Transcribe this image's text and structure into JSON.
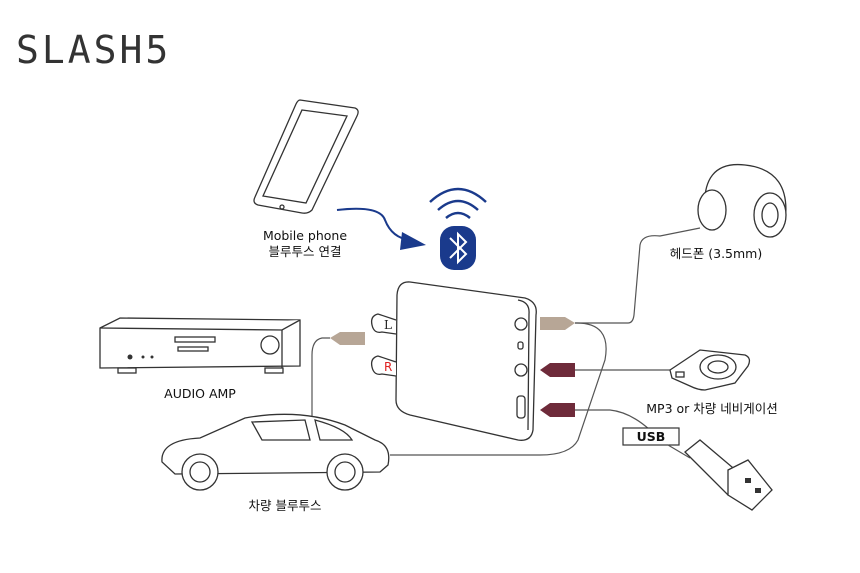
{
  "title": "SLASH5",
  "phone": {
    "label": "Mobile phone",
    "sublabel": "블루투스 연결"
  },
  "headphone": {
    "label": "헤드폰 (3.5mm)"
  },
  "amp": {
    "label": "AUDIO AMP"
  },
  "car": {
    "label": "차량 블루투스"
  },
  "mp3": {
    "label": "MP3 or 차량 네비게이션"
  },
  "usb": {
    "label": "USB"
  },
  "device": {
    "port_left": "L",
    "port_right": "R"
  },
  "colors": {
    "bluetooth": "#1a3a8c",
    "output_arrow": "#b7a696",
    "input_arrow": "#6e2a3a",
    "red": "#e02020"
  }
}
